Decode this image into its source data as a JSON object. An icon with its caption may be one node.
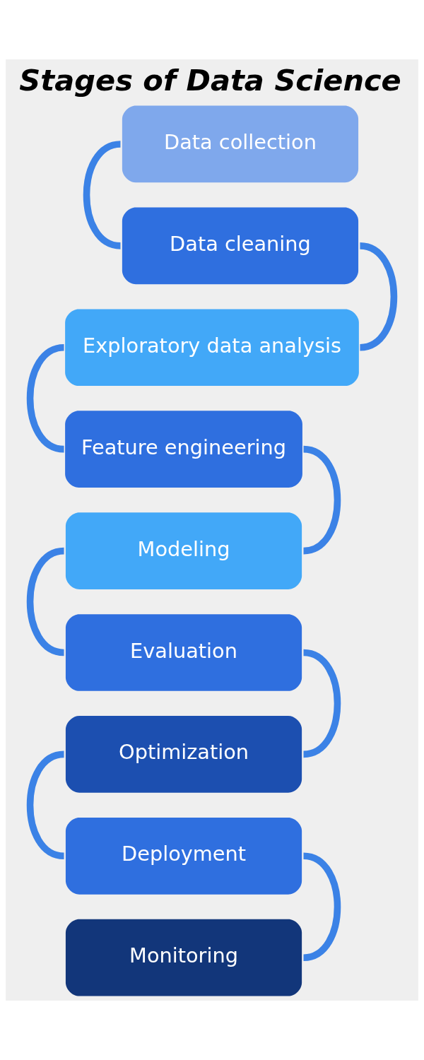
{
  "diagram": {
    "title": "Stages of Data Science",
    "nodes": [
      {
        "text": [
          "Data collection"
        ]
      },
      {
        "text": [
          "Data cleaning"
        ]
      },
      {
        "text": [
          "Exploratory data analysis"
        ]
      },
      {
        "text": [
          "Feature engineering"
        ]
      },
      {
        "text": [
          "Modeling"
        ]
      },
      {
        "text": [
          "Evaluation"
        ]
      },
      {
        "text": [
          "Optimization"
        ]
      },
      {
        "text": [
          "Deployment"
        ]
      },
      {
        "text": [
          "Monitoring"
        ]
      }
    ],
    "edges": [
      {
        "from": 0,
        "to": 1,
        "arrow": "none"
      },
      {
        "from": 1,
        "to": 2,
        "arrow": "none"
      },
      {
        "from": 2,
        "to": 3,
        "arrow": "none"
      },
      {
        "from": 3,
        "to": 4,
        "arrow": "none"
      },
      {
        "from": 4,
        "to": 5,
        "arrow": "none"
      },
      {
        "from": 5,
        "to": 6,
        "arrow": "none"
      },
      {
        "from": 6,
        "to": 7,
        "arrow": "none"
      },
      {
        "from": 7,
        "to": 8,
        "arrow": "none"
      }
    ]
  }
}
